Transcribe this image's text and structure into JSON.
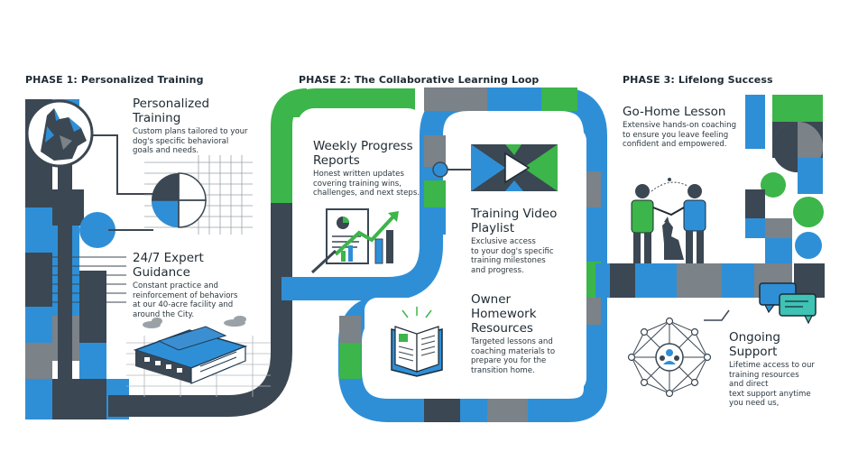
{
  "phases": [
    {
      "title": "PHASE 1: Personalized Training"
    },
    {
      "title": "PHASE 2: The Collaborative Learning Loop"
    },
    {
      "title": "PHASE 3: Lifelong Success"
    }
  ],
  "steps": {
    "personalized": {
      "title": [
        "Personalized",
        "Training"
      ],
      "desc": [
        "Custom plans tailored to your",
        "dog's specific behavioral",
        "goals and needs."
      ]
    },
    "guidance": {
      "title": [
        "24/7 Expert",
        "Guidance"
      ],
      "desc": [
        "Constant practice and",
        "reinforcement of behaviors",
        "at our 40-acre facility and",
        "around the City."
      ]
    },
    "weekly": {
      "title": [
        "Weekly Progress",
        "Reports"
      ],
      "desc": [
        "Honest written updates",
        "covering training wins,",
        "challenges, and next steps."
      ]
    },
    "video": {
      "title": [
        "Training Video",
        "Playlist"
      ],
      "desc": [
        "Exclusive access",
        "to your dog's specific",
        "training milestones",
        "and progress."
      ]
    },
    "homework": {
      "title": [
        "Owner",
        "Homework",
        "Resources"
      ],
      "desc": [
        "Targeted lessons and",
        "coaching materials to",
        "prepare you for the",
        "transition home."
      ]
    },
    "gohome": {
      "title": [
        "Go-Home Lesson"
      ],
      "desc": [
        "Extensive hands-on coaching",
        "to ensure you leave feeling",
        "confident and empowered."
      ]
    },
    "support": {
      "title": [
        "Ongoing",
        "Support"
      ],
      "desc": [
        "Lifetime access to our",
        "training resources",
        "and direct",
        "text support anytime",
        "you need us,"
      ]
    }
  },
  "colors": {
    "blue": "#2f8fd6",
    "green": "#3cb54a",
    "dark": "#3b4752",
    "gray": "#7b8288",
    "light": "#eef1f3"
  },
  "icons": [
    "dog-icon",
    "pie-grid-icon",
    "facility-icon",
    "report-chart-icon",
    "video-play-icon",
    "book-icon",
    "people-dog-icon",
    "chat-bubbles-icon",
    "network-icon"
  ]
}
